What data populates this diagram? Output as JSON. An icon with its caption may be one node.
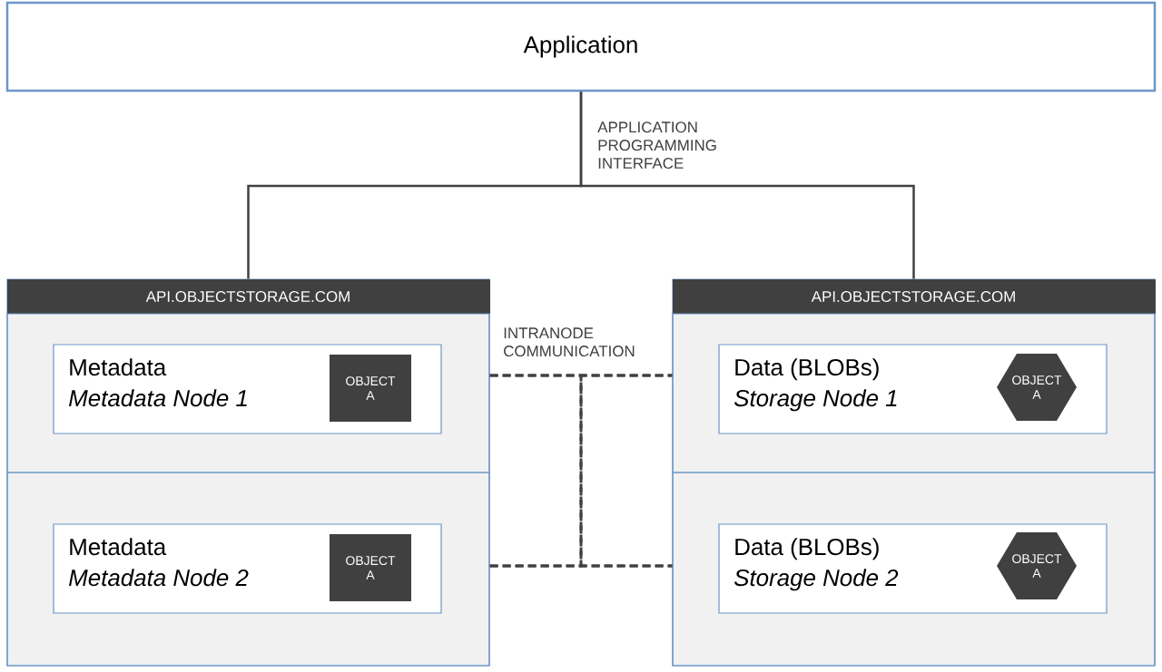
{
  "diagram": {
    "nodes": [
      {
        "text": [
          "Application"
        ]
      },
      {
        "text": [
          "API.OBJECTSTORAGE.COM"
        ]
      },
      {
        "text": [],
        "shape": "box",
        "in": 1
      },
      {
        "text": [
          "Metadata",
          "Metadata Node 1"
        ],
        "in": 2
      },
      {
        "text": [
          "OBJECT A"
        ],
        "in": 3
      },
      {
        "text": [],
        "shape": "box",
        "in": 1
      },
      {
        "text": [
          "Metadata",
          "Metadata Node 2"
        ],
        "in": 5
      },
      {
        "text": [
          "OBJECT A"
        ],
        "in": 6
      },
      {
        "text": [
          "API.OBJECTSTORAGE.COM"
        ]
      },
      {
        "text": [],
        "shape": "box",
        "in": 8
      },
      {
        "text": [
          "Data (BLOBs)",
          "Storage Node 1"
        ],
        "in": 9
      },
      {
        "text": [
          "OBJECT A"
        ],
        "in": 10
      },
      {
        "text": [],
        "shape": "box",
        "in": 8
      },
      {
        "text": [
          "Data (BLOBs)",
          "Storage Node 2"
        ],
        "in": 12
      },
      {
        "text": [
          "OBJECT A"
        ],
        "in": 13
      }
    ],
    "edges": [
      {
        "from": 0,
        "to": 1,
        "arrow": "none",
        "label": "APPLICATION PROGRAMMING INTERFACE"
      },
      {
        "from": 0,
        "to": 8,
        "arrow": "none"
      },
      {
        "from": 2,
        "to": 9,
        "arrow": "none",
        "style": "dashed",
        "label": "INTRANODE COMMUNICATION"
      },
      {
        "from": 2,
        "to": 12,
        "arrow": "none",
        "style": "dashed"
      },
      {
        "from": 5,
        "to": 9,
        "arrow": "none",
        "style": "dashed"
      },
      {
        "from": 5,
        "to": 12,
        "arrow": "none",
        "style": "dashed"
      }
    ]
  }
}
